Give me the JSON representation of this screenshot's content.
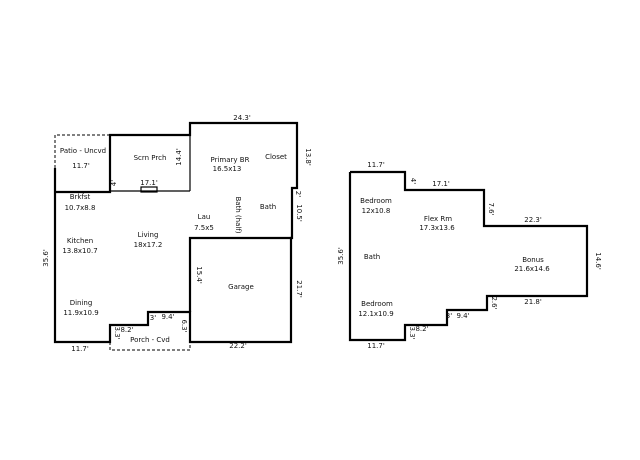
{
  "first_floor": {
    "rooms": {
      "patio": "Patio - Uncvd",
      "scrn_prch": "Scrn Prch",
      "primary_br": "Primary BR",
      "primary_br_dim": "16.5x13",
      "closet": "Closet",
      "brkfst": "Brkfst",
      "brkfst_dim": "10.7x8.8",
      "kitchen": "Kitchen",
      "kitchen_dim": "13.8x10.7",
      "living": "Living",
      "living_dim": "18x17.2",
      "lau": "Lau",
      "lau_dim": "7.5x5",
      "bath_half": "Bath (half)",
      "bath": "Bath",
      "garage": "Garage",
      "dining": "Dining",
      "dining_dim": "11.9x10.9",
      "porch": "Porch - Cvd"
    },
    "dims": {
      "top": "24.3'",
      "primary_right": "13.8'",
      "patio_width": "11.7'",
      "porch_small": "4'",
      "scrn_width": "17.1'",
      "scrn_height": "14.4'",
      "left_total": "35.6'",
      "notch_right": "2'",
      "bath_right": "10.5'",
      "garage_left": "15.4'",
      "garage_right": "21.7'",
      "step_a": "3'",
      "step_b": "9.4'",
      "step_c": "6.3'",
      "porch_d1": "3.3'",
      "porch_d2": "8.2'",
      "bottom_left": "11.7'",
      "bottom_garage": "22.2'"
    }
  },
  "second_floor": {
    "rooms": {
      "bedroom_top": "Bedroom",
      "bedroom_top_dim": "12x10.8",
      "flex": "Flex Rm",
      "flex_dim": "17.3x13.6",
      "bath": "Bath",
      "bonus": "Bonus",
      "bonus_dim": "21.6x14.6",
      "bedroom_bottom": "Bedroom",
      "bedroom_bottom_dim": "12.1x10.9"
    },
    "dims": {
      "top_left": "11.7'",
      "step_top": "4'",
      "flex_width": "17.1'",
      "flex_step": "7.6'",
      "bonus_top": "22.3'",
      "right": "14.6'",
      "left_total": "35.6'",
      "bonus_step": "2.6'",
      "bonus_bottom": "21.8'",
      "step_a": "3'",
      "step_b": "9.4'",
      "step_c": "8.2'",
      "step_d": "3.3'",
      "bottom_left": "11.7'"
    }
  }
}
